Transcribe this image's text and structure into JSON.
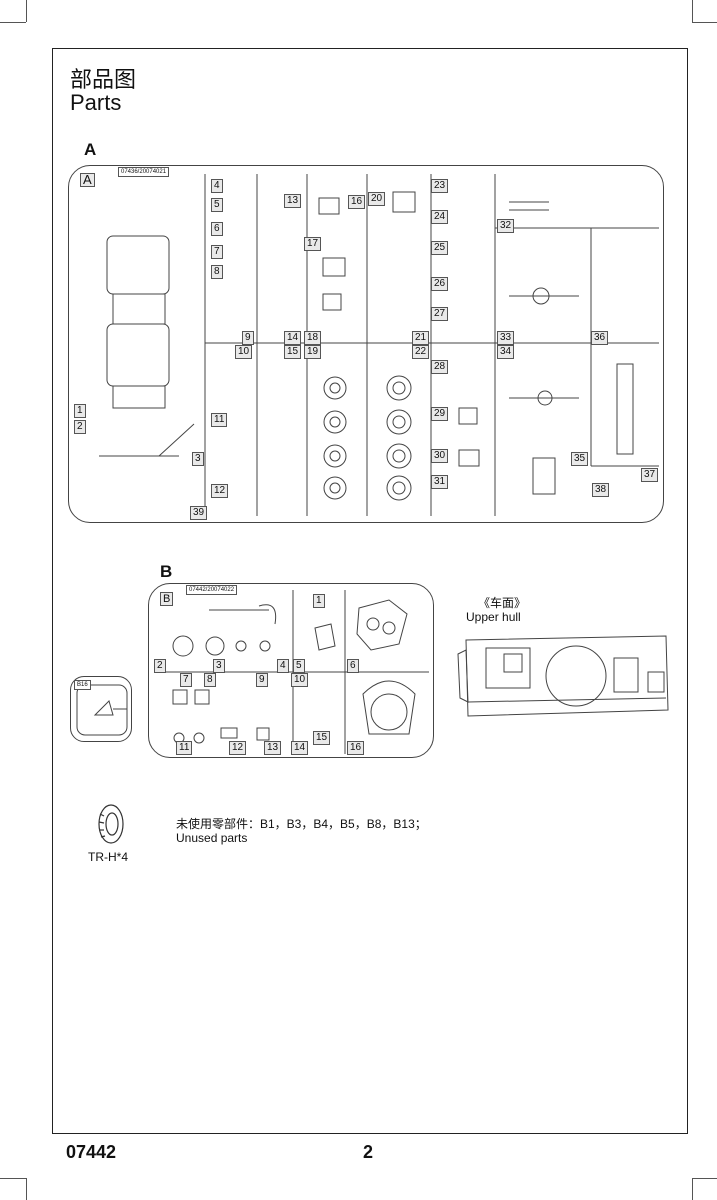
{
  "header": {
    "title_cn": "部品图",
    "title_en": "Parts"
  },
  "sprue_a": {
    "letter": "A",
    "tag": "07436/20074021",
    "badge": "A",
    "numbers": [
      "1",
      "2",
      "3",
      "4",
      "5",
      "6",
      "7",
      "8",
      "9",
      "10",
      "11",
      "12",
      "13",
      "14",
      "15",
      "16",
      "17",
      "18",
      "19",
      "20",
      "21",
      "22",
      "23",
      "24",
      "25",
      "26",
      "27",
      "28",
      "29",
      "30",
      "31",
      "32",
      "33",
      "34",
      "35",
      "36",
      "37",
      "38",
      "39"
    ]
  },
  "sprue_b": {
    "letter": "B",
    "tag": "07442/20074022",
    "badge": "B",
    "numbers": [
      "1",
      "2",
      "3",
      "4",
      "5",
      "6",
      "7",
      "8",
      "9",
      "10",
      "11",
      "12",
      "13",
      "14",
      "15",
      "16"
    ]
  },
  "small_part": {
    "tag": "B16"
  },
  "upper_hull": {
    "label_cn": "《车面》",
    "label_en": "Upper hull"
  },
  "tire": {
    "label": "TR-H*4"
  },
  "unused": {
    "label_cn": "未使用零部件：B1，B3，B4，B5，B8，B13；",
    "label_en": "Unused parts"
  },
  "footer": {
    "code": "07442",
    "page": "2"
  },
  "colors": {
    "line": "#333333",
    "tag_fill": "#e9e9e9"
  }
}
